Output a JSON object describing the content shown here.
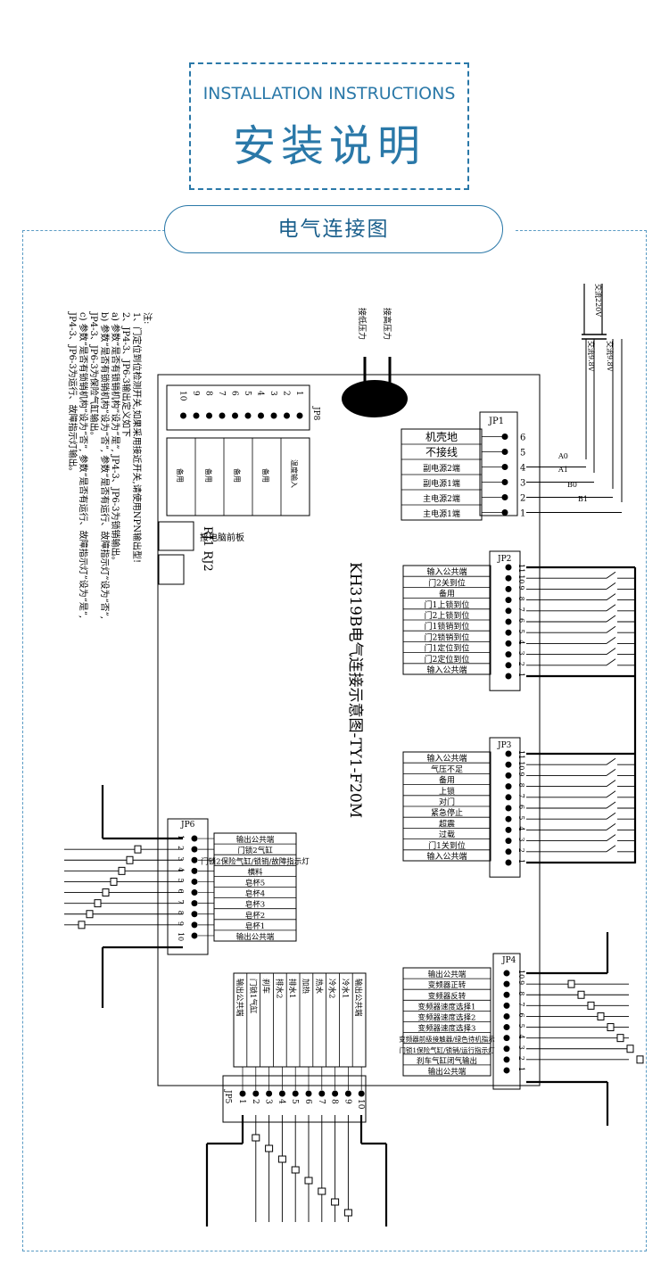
{
  "header": {
    "title_en": "INSTALLATION INSTRUCTIONS",
    "title_cn": "安装说明"
  },
  "section": {
    "title": "电气连接图"
  },
  "diagram": {
    "title": "KH319B电气连接示意图-TY1-F20M",
    "notes": [
      "注:",
      "1、门定位到位检测开关,如果采用接近开关,请使用NPN输出型!",
      "2、JP4-3、JP6-3输出定义如下",
      "a) 参数“是否有锁销机构”设为“是”, JP4-3、JP6-3为锁销输出。",
      "b) 参数“是否有锁销机构”设为“否”, 参数“是否有运行、故障指示灯”设为“否”,",
      "JP4-3、JP6-3为保险气缸输出。",
      "c) 参数“是否有锁销机构”设为“否”, 参数“是否有运行、故障指示灯”设为“是”,",
      "JP4-3、JP6-3为运行、故障指示灯输出。"
    ],
    "power_label": "交流220V",
    "transformer_outputs": [
      "交流9.8V",
      "交流9.8V"
    ],
    "pressure_labels": [
      "接低压力",
      "接高压力"
    ],
    "rj_label": "RJ1 RJ2",
    "rj_text": "接电脑前板",
    "jp8": {
      "name": "JP8",
      "pins": [
        "1",
        "2",
        "3",
        "4",
        "5",
        "6",
        "7",
        "8",
        "9",
        "10"
      ],
      "labels": [
        "温度输入",
        "备用",
        "备用",
        "备用",
        "备用"
      ]
    },
    "jp1": {
      "name": "JP1",
      "labels": [
        "机壳地",
        "不接线",
        "副电源2端",
        "副电源1端",
        "主电源2端",
        "主电源1端"
      ],
      "pins": [
        "6",
        "5",
        "4",
        "3",
        "2",
        "1"
      ],
      "wires": [
        "A0",
        "A1",
        "B0",
        "B1"
      ]
    },
    "jp2": {
      "name": "JP2",
      "labels": [
        "输入公共端",
        "门2关到位",
        "备用",
        "门1上锁到位",
        "门2上锁到位",
        "门1锁销到位",
        "门2锁销到位",
        "门1定位到位",
        "门2定位到位",
        "输入公共端"
      ],
      "pins": [
        "11",
        "10",
        "9",
        "8",
        "7",
        "6",
        "5",
        "4",
        "3",
        "2",
        "1"
      ]
    },
    "jp3": {
      "name": "JP3",
      "labels": [
        "输入公共端",
        "气压不足",
        "备用",
        "上锁",
        "对门",
        "紧急停止",
        "超震",
        "过载",
        "门1关到位",
        "输入公共端"
      ],
      "pins": [
        "11",
        "10",
        "9",
        "8",
        "7",
        "6",
        "5",
        "4",
        "3",
        "2",
        "1"
      ]
    },
    "jp6": {
      "name": "JP6",
      "labels": [
        "输出公共端",
        "门锁2气缸",
        "门锁2保险气缸/锁销/故障指示灯",
        "横料",
        "皂杯5",
        "皂杯4",
        "皂杯3",
        "皂杯2",
        "皂杯1",
        "输出公共端"
      ],
      "pins": [
        "1",
        "2",
        "3",
        "4",
        "5",
        "6",
        "7",
        "8",
        "9",
        "10"
      ]
    },
    "jp4": {
      "name": "JP4",
      "labels": [
        "输出公共端",
        "变频器正转",
        "变频器反转",
        "变频器速度选择1",
        "变频器速度选择2",
        "变频器速度选择3",
        "变频器前级接触器/绿色待机指示",
        "门锁1保险气缸/锁销/运行指示灯",
        "刹车气缸闭气输出",
        "输出公共端"
      ],
      "pins": [
        "10",
        "9",
        "8",
        "7",
        "6",
        "5",
        "4",
        "3",
        "2",
        "1"
      ]
    },
    "jp5": {
      "name": "JP5",
      "labels": [
        "输出公共端",
        "门锁1气缸",
        "刹车",
        "排水2",
        "排水1",
        "加热",
        "热水",
        "冷水2",
        "冷水1",
        "输出公共端"
      ],
      "pins": [
        "1",
        "2",
        "3",
        "4",
        "5",
        "6",
        "7",
        "8",
        "9",
        "10"
      ]
    }
  }
}
